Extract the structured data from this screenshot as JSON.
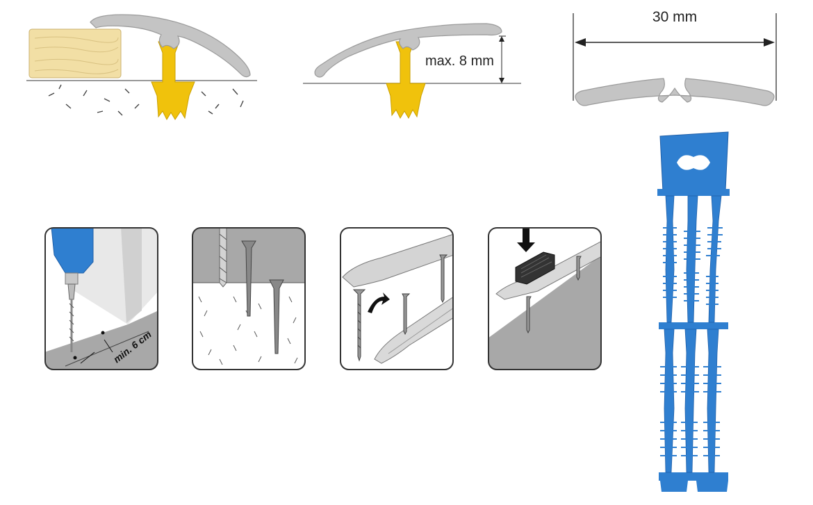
{
  "diagrams": {
    "height_note": "max. 8 mm",
    "width_note": "30 mm",
    "spacing_note": "min. 6 cm"
  },
  "steps": [
    {
      "name": "drill-floor"
    },
    {
      "name": "insert-dowel"
    },
    {
      "name": "attach-clip"
    },
    {
      "name": "press-profile"
    }
  ],
  "colors": {
    "profile": "#c4c4c4",
    "dowel": "#f0c20c",
    "packaging": "#2f7fd0",
    "wood": "#f2dfa5"
  },
  "icons": [
    "drill-icon",
    "dowel-icon",
    "screw-icon",
    "arrow-down-icon"
  ]
}
